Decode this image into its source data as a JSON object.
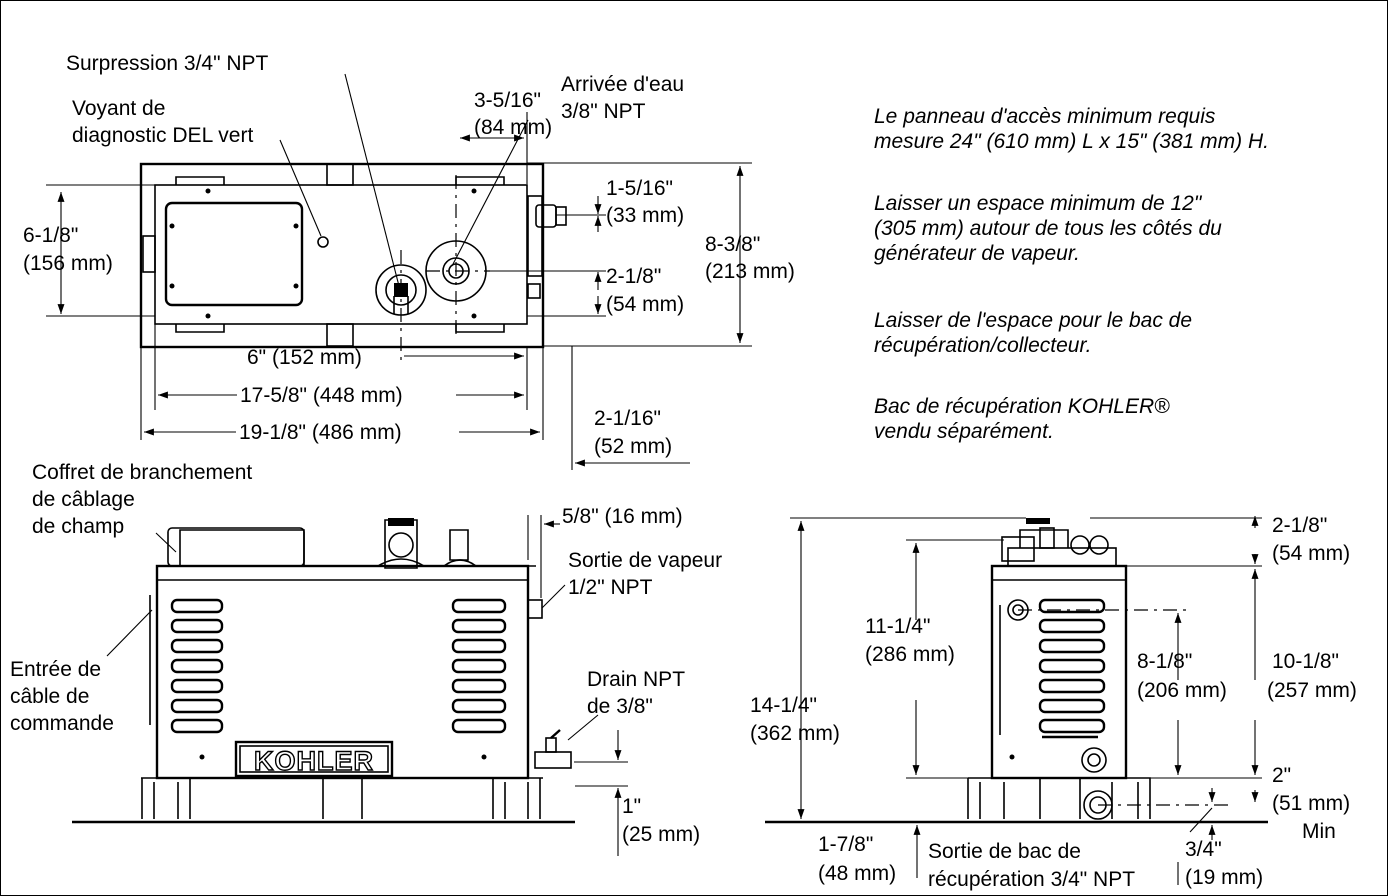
{
  "top_view": {
    "surpression": "Surpression 3/4\" NPT",
    "voyant_1": "Voyant de",
    "voyant_2": "diagnostic DEL vert",
    "arrivee_1": "Arrivée d'eau",
    "arrivee_2": "3/8\" NPT",
    "dim_3_5_16": "3-5/16\"",
    "dim_84": "(84 mm)",
    "dim_1_5_16": "1-5/16\"",
    "dim_33": "(33 mm)",
    "dim_8_3_8": "8-3/8\"",
    "dim_213": "(213 mm)",
    "dim_6_1_8": "6-1/8\"",
    "dim_156": "(156 mm)",
    "dim_2_1_8": "2-1/8\"",
    "dim_54": "(54 mm)",
    "dim_6in": "6\" (152 mm)",
    "dim_17": "17-5/8\" (448 mm)",
    "dim_19": "19-1/8\" (486 mm)",
    "dim_2_1_16": "2-1/16\"",
    "dim_52": "(52 mm)"
  },
  "notes": [
    [
      "Le panneau d'accès minimum requis",
      "mesure 24\" (610 mm) L x 15\" (381 mm) H."
    ],
    [
      "Laisser un espace minimum de 12\"",
      "(305 mm) autour de tous les côtés du",
      "générateur de vapeur."
    ],
    [
      "Laisser de l'espace pour le bac de",
      "récupération/collecteur."
    ],
    [
      "Bac de récupération KOHLER®",
      "vendu séparément."
    ]
  ],
  "front_view": {
    "coffret_1": "Coffret de branchement",
    "coffret_2": "de câblage",
    "coffret_3": "de champ",
    "dim_5_8": "5/8\" (16 mm)",
    "sortie_1": "Sortie de vapeur",
    "sortie_2": "1/2\" NPT",
    "entree_1": "Entrée de",
    "entree_2": "câble de",
    "entree_3": "commande",
    "drain_1": "Drain NPT",
    "drain_2": "de 3/8\"",
    "dim_1in": "1\"",
    "dim_25": "(25 mm)",
    "logo": "KOHLER"
  },
  "side_view": {
    "dim_2_1_8": "2-1/8\"",
    "dim_54": "(54 mm)",
    "dim_11_1_4": "11-1/4\"",
    "dim_286": "(286 mm)",
    "dim_8_1_8": "8-1/8\"",
    "dim_206": "(206 mm)",
    "dim_10_1_8": "10-1/8\"",
    "dim_257": "(257 mm)",
    "dim_14_1_4": "14-1/4\"",
    "dim_362": "(362 mm)",
    "dim_2in": "2\"",
    "dim_51": "(51 mm)",
    "min": "Min",
    "dim_1_7_8": "1-7/8\"",
    "dim_48": "(48 mm)",
    "bac_1": "Sortie de bac de",
    "bac_2": "récupération 3/4\" NPT",
    "dim_3_4": "3/4\"",
    "dim_19": "(19 mm)"
  }
}
